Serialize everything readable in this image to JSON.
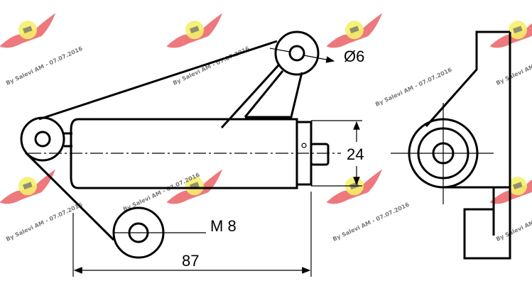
{
  "drawing": {
    "dimensions": {
      "diameter": "Ø6",
      "height": "24",
      "thread": "M 8",
      "length": "87"
    }
  },
  "watermark": {
    "text": "By Salevi AM - 07.07.2016",
    "wing_color": "#e8585c",
    "badge_color": "#f5f06a"
  }
}
